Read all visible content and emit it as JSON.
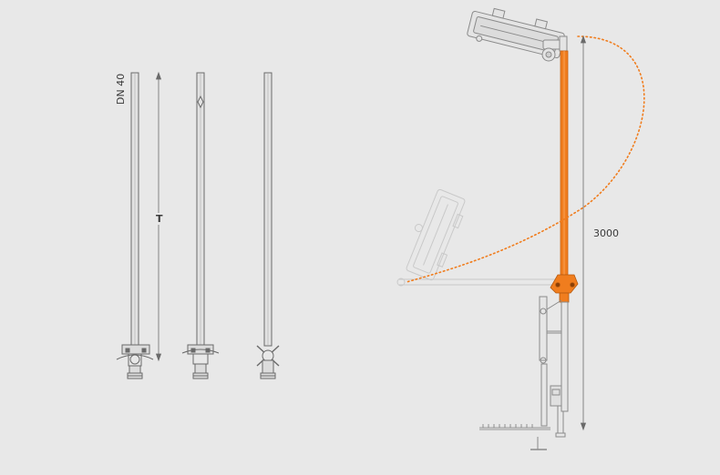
{
  "labels": {
    "pipe_size": "DN 40",
    "height_symbol": "T",
    "height_value": "3000"
  },
  "colors": {
    "background": "#e8e8e8",
    "line": "#6a6a6a",
    "ghost": "#c9c9c9",
    "accent": "#f07d1e"
  },
  "views": [
    "elevation-front",
    "elevation-side",
    "elevation-angled",
    "swing-diagram"
  ]
}
